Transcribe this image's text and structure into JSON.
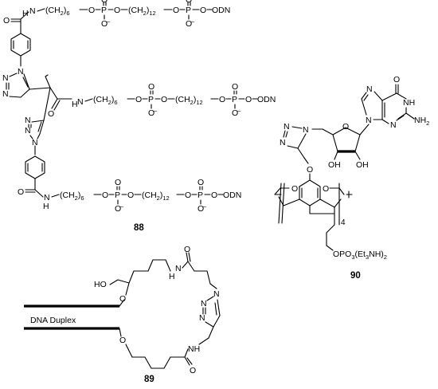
{
  "compounds": {
    "c88": {
      "label": "88"
    },
    "c89": {
      "label": "89"
    },
    "c90": {
      "label": "90"
    }
  },
  "chains": {
    "row1": {
      "nh": "H",
      "n": "N",
      "lp": "(CH",
      "two": "2",
      "rp": ")",
      "n6": "6",
      "o": "O",
      "p": "P",
      "minus": "–",
      "ch12": "12",
      "odn": "ODN"
    },
    "row2": {
      "nh": "H",
      "n": "N",
      "lp": "(CH",
      "two": "2",
      "rp": ")",
      "n6": "6",
      "o": "O",
      "p": "P",
      "minus": "–",
      "ch12": "12",
      "odn": "ODN"
    },
    "row3": {
      "nh": "H",
      "n": "N",
      "lp": "(CH",
      "two": "2",
      "rp": ")",
      "n6": "6",
      "o": "O",
      "p": "P",
      "minus": "–",
      "ch12": "12",
      "odn": "ODN"
    }
  },
  "atoms": {
    "o": "O",
    "n": "N",
    "h": "H",
    "oh": "OH",
    "ho": "HO",
    "nh": "NH",
    "nh2": "NH",
    "two": "2",
    "phos": "OPO",
    "three": "3",
    "et": "(Et",
    "three_b": "3",
    "nh_end": "NH)",
    "two_b": "2",
    "repeat": "4"
  },
  "duplex": {
    "label": "DNA Duplex"
  }
}
